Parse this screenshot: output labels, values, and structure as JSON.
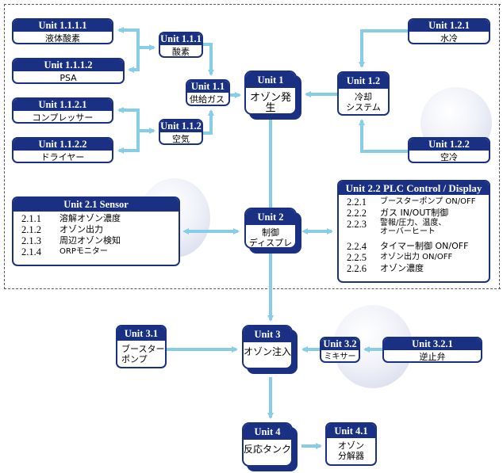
{
  "colors": {
    "box_header": "#1a3183",
    "connector": "#87cde6",
    "frame": "#555555"
  },
  "units": {
    "u1111": {
      "id": "Unit 1.1.1.1",
      "name": "液体酸素"
    },
    "u1112": {
      "id": "Unit 1.1.1.2",
      "name": "PSA"
    },
    "u1121": {
      "id": "Unit 1.1.2.1",
      "name": "コンプレッサー"
    },
    "u1122": {
      "id": "Unit 1.1.2.2",
      "name": "ドライヤー"
    },
    "u111": {
      "id": "Unit 1.1.1",
      "name": "酸素"
    },
    "u11": {
      "id": "Unit 1.1",
      "name": "供給ガス"
    },
    "u112": {
      "id": "Unit 1.1.2",
      "name": "空気"
    },
    "u1": {
      "id": "Unit 1",
      "name": "オゾン発生"
    },
    "u12": {
      "id": "Unit 1.2",
      "name": "冷却\nシステム"
    },
    "u121": {
      "id": "Unit 1.2.1",
      "name": "水冷"
    },
    "u122": {
      "id": "Unit 1.2.2",
      "name": "空冷"
    },
    "u2": {
      "id": "Unit 2",
      "name": "制御\nディスプレイ"
    },
    "u21": {
      "id": "Unit 2.1 Sensor",
      "items": [
        {
          "num": "2.1.1",
          "label": "溶解オゾン濃度"
        },
        {
          "num": "2.1.2",
          "label": "オゾン出力"
        },
        {
          "num": "2.1.3",
          "label": "周辺オゾン検知"
        },
        {
          "num": "2.1.4",
          "label": "ORPモニター"
        }
      ]
    },
    "u22": {
      "id": "Unit 2.2 PLC Control / Display",
      "items": [
        {
          "num": "2.2.1",
          "label": "ブースターポンプ ON/OFF"
        },
        {
          "num": "2.2.2",
          "label": "ガス IN/OUT制御"
        },
        {
          "num": "2.2.3",
          "label": "警報/圧力、温度、\nオーバーヒート"
        },
        {
          "num": "2.2.4",
          "label": "タイマー制御 ON/OFF"
        },
        {
          "num": "2.2.5",
          "label": "オゾン出力 ON/OFF"
        },
        {
          "num": "2.2.6",
          "label": "オゾン濃度"
        }
      ]
    },
    "u31": {
      "id": "Unit 3.1",
      "name": "ブースター\nポンプ"
    },
    "u3": {
      "id": "Unit 3",
      "name": "オゾン注入"
    },
    "u32": {
      "id": "Unit 3.2",
      "name": "ミキサー"
    },
    "u321": {
      "id": "Unit 3.2.1",
      "name": "逆止弁"
    },
    "u4": {
      "id": "Unit 4",
      "name": "反応タンク"
    },
    "u41": {
      "id": "Unit 4.1",
      "name": "オゾン\n分解器"
    }
  }
}
